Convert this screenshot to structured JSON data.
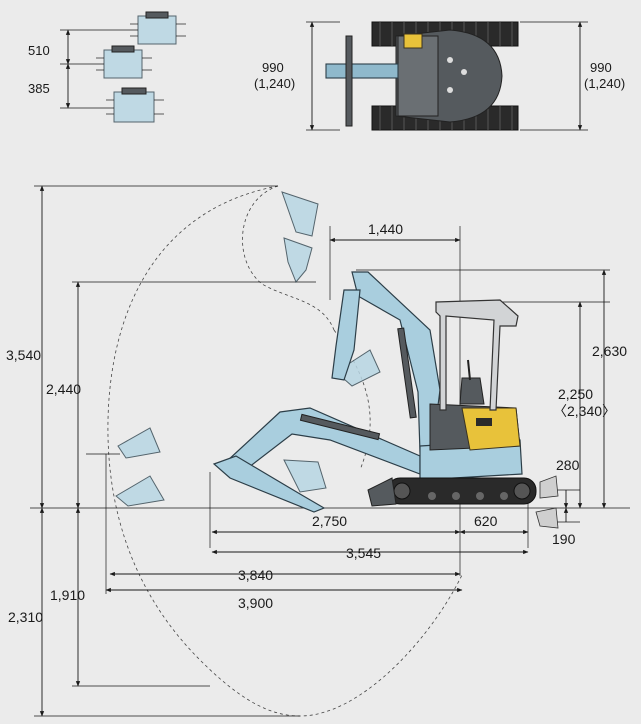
{
  "colors": {
    "background": "#ebebeb",
    "arm_blue": "#a9cede",
    "cab_yellow": "#e8c23a",
    "track_black": "#2a2a2a"
  },
  "offset_view": {
    "dim_upper": "510",
    "dim_lower": "385"
  },
  "top_view": {
    "left_width": "990",
    "left_width_alt": "(1,240)",
    "right_width": "990",
    "right_width_alt": "(1,240)"
  },
  "side_view": {
    "max_dig_reach_height": "3,540",
    "max_dump_height": "2,440",
    "tail_offset": "1,440",
    "overall_height": "2,630",
    "canopy_height": "2,250",
    "canopy_height_alt": "〈2,340〉",
    "blade_up": "280",
    "blade_down": "190",
    "track_length": "2,750",
    "track_rear": "620",
    "min_turn_radius": "3,545",
    "max_reach_ground": "3,840",
    "max_reach": "3,900",
    "max_vertical_dig": "1,910",
    "max_dig_depth": "2,310"
  }
}
